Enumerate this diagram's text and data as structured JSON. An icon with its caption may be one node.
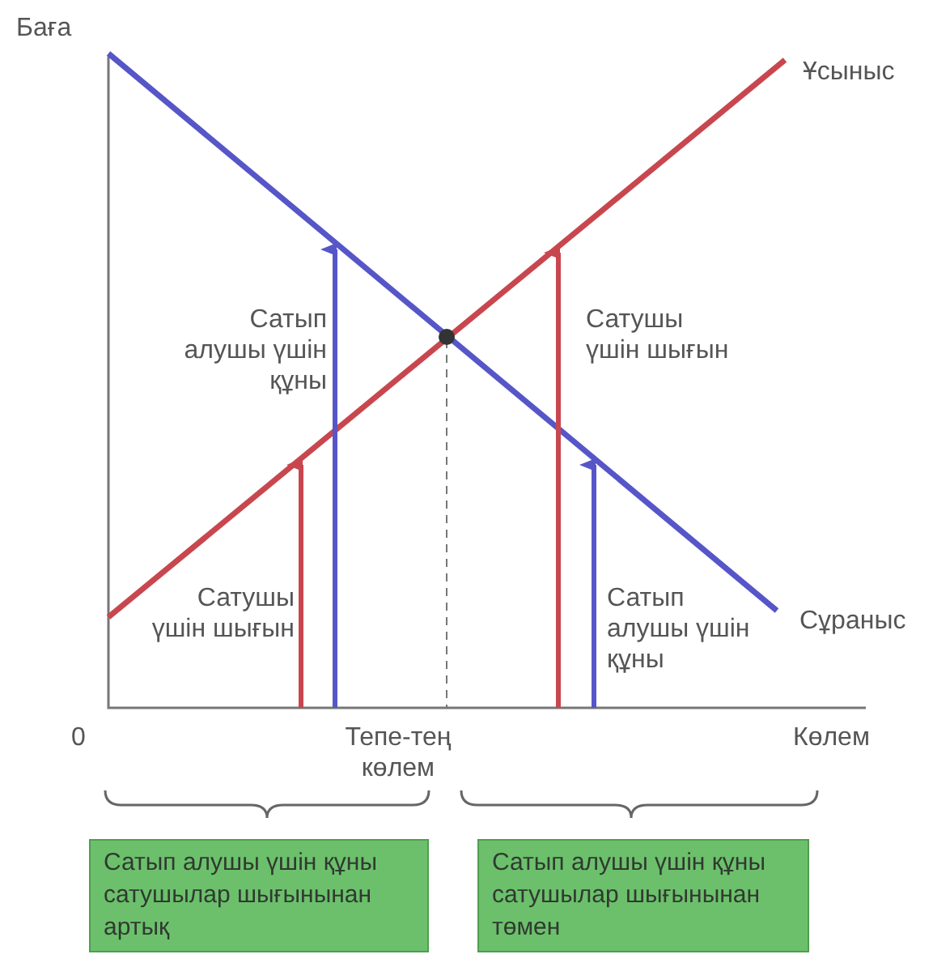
{
  "diagram": {
    "nodes": [
      {
        "text": [
          "Сатып алушы үшін құны сатушылар шығынынан артық"
        ]
      },
      {
        "text": [
          "Сатып алушы үшін құны сатушылар шығынынан төмен"
        ]
      }
    ],
    "edges": [],
    "labels": [
      "Баға",
      "Ұсыныс",
      "Сатып алушы үшін құны",
      "Сатушы үшін шығын",
      "Сатушы үшін шығын",
      "Сатып алушы үшін құны",
      "Сұраныс",
      "0",
      "Тепе-тең көлем",
      "Көлем"
    ]
  }
}
